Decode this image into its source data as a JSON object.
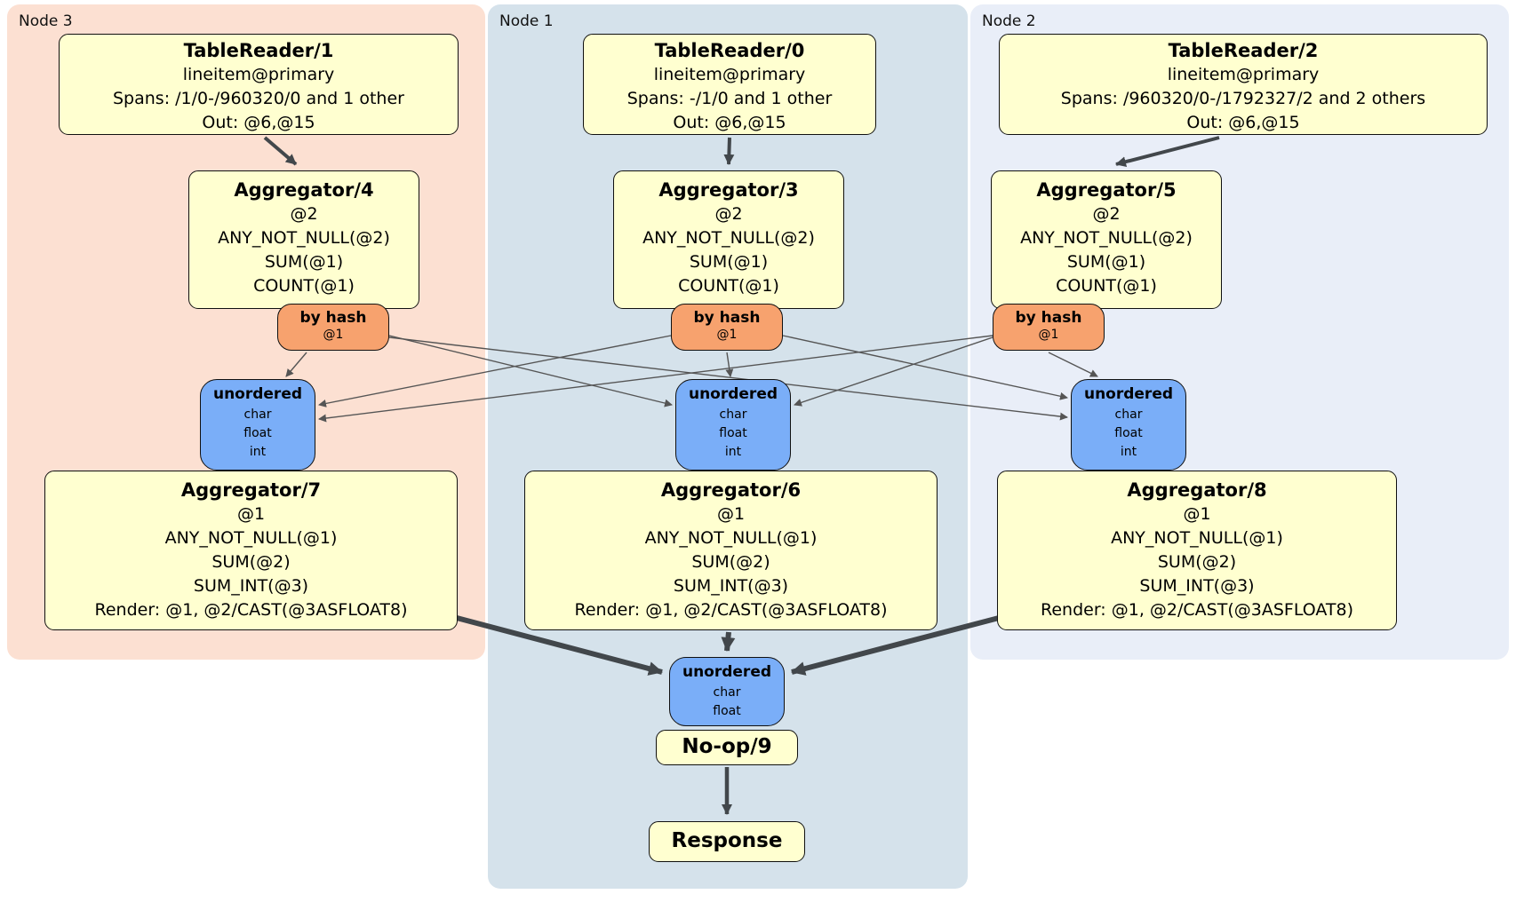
{
  "colors": {
    "node3_bg": "#fce0d2",
    "node1_bg": "#d5e2eb",
    "node2_bg": "#e9eef8",
    "processor_box_bg": "#ffffd0",
    "router_box_bg": "#f7a26e",
    "sync_box_bg": "#7aaef8",
    "box_border": "#101010",
    "edge_thin": "#555555",
    "edge_thick": "#42474b"
  },
  "nodes": [
    {
      "label": "Node 3",
      "table_reader": {
        "title": "TableReader/1",
        "lines": [
          "lineitem@primary",
          "Spans: /1/0-/960320/0 and 1 other",
          "Out: @6,@15"
        ]
      },
      "aggregator_top": {
        "title": "Aggregator/4",
        "lines": [
          "@2",
          "ANY_NOT_NULL(@2)",
          "SUM(@1)",
          "COUNT(@1)"
        ]
      },
      "router": {
        "title": "by hash",
        "detail": "@1"
      },
      "sync": {
        "title": "unordered",
        "lines": [
          "char",
          "float",
          "int"
        ]
      },
      "aggregator_bottom": {
        "title": "Aggregator/7",
        "lines": [
          "@1",
          "ANY_NOT_NULL(@1)",
          "SUM(@2)",
          "SUM_INT(@3)",
          "Render: @1, @2/CAST(@3ASFLOAT8)"
        ]
      }
    },
    {
      "label": "Node 1",
      "table_reader": {
        "title": "TableReader/0",
        "lines": [
          "lineitem@primary",
          "Spans: -/1/0 and 1 other",
          "Out: @6,@15"
        ]
      },
      "aggregator_top": {
        "title": "Aggregator/3",
        "lines": [
          "@2",
          "ANY_NOT_NULL(@2)",
          "SUM(@1)",
          "COUNT(@1)"
        ]
      },
      "router": {
        "title": "by hash",
        "detail": "@1"
      },
      "sync": {
        "title": "unordered",
        "lines": [
          "char",
          "float",
          "int"
        ]
      },
      "aggregator_bottom": {
        "title": "Aggregator/6",
        "lines": [
          "@1",
          "ANY_NOT_NULL(@1)",
          "SUM(@2)",
          "SUM_INT(@3)",
          "Render: @1, @2/CAST(@3ASFLOAT8)"
        ]
      }
    },
    {
      "label": "Node 2",
      "table_reader": {
        "title": "TableReader/2",
        "lines": [
          "lineitem@primary",
          "Spans: /960320/0-/1792327/2 and 2 others",
          "Out: @6,@15"
        ]
      },
      "aggregator_top": {
        "title": "Aggregator/5",
        "lines": [
          "@2",
          "ANY_NOT_NULL(@2)",
          "SUM(@1)",
          "COUNT(@1)"
        ]
      },
      "router": {
        "title": "by hash",
        "detail": "@1"
      },
      "sync": {
        "title": "unordered",
        "lines": [
          "char",
          "float",
          "int"
        ]
      },
      "aggregator_bottom": {
        "title": "Aggregator/8",
        "lines": [
          "@1",
          "ANY_NOT_NULL(@1)",
          "SUM(@2)",
          "SUM_INT(@3)",
          "Render: @1, @2/CAST(@3ASFLOAT8)"
        ]
      }
    }
  ],
  "final": {
    "sync": {
      "title": "unordered",
      "lines": [
        "char",
        "float"
      ]
    },
    "noop": {
      "title": "No-op/9"
    },
    "response": {
      "title": "Response"
    }
  }
}
